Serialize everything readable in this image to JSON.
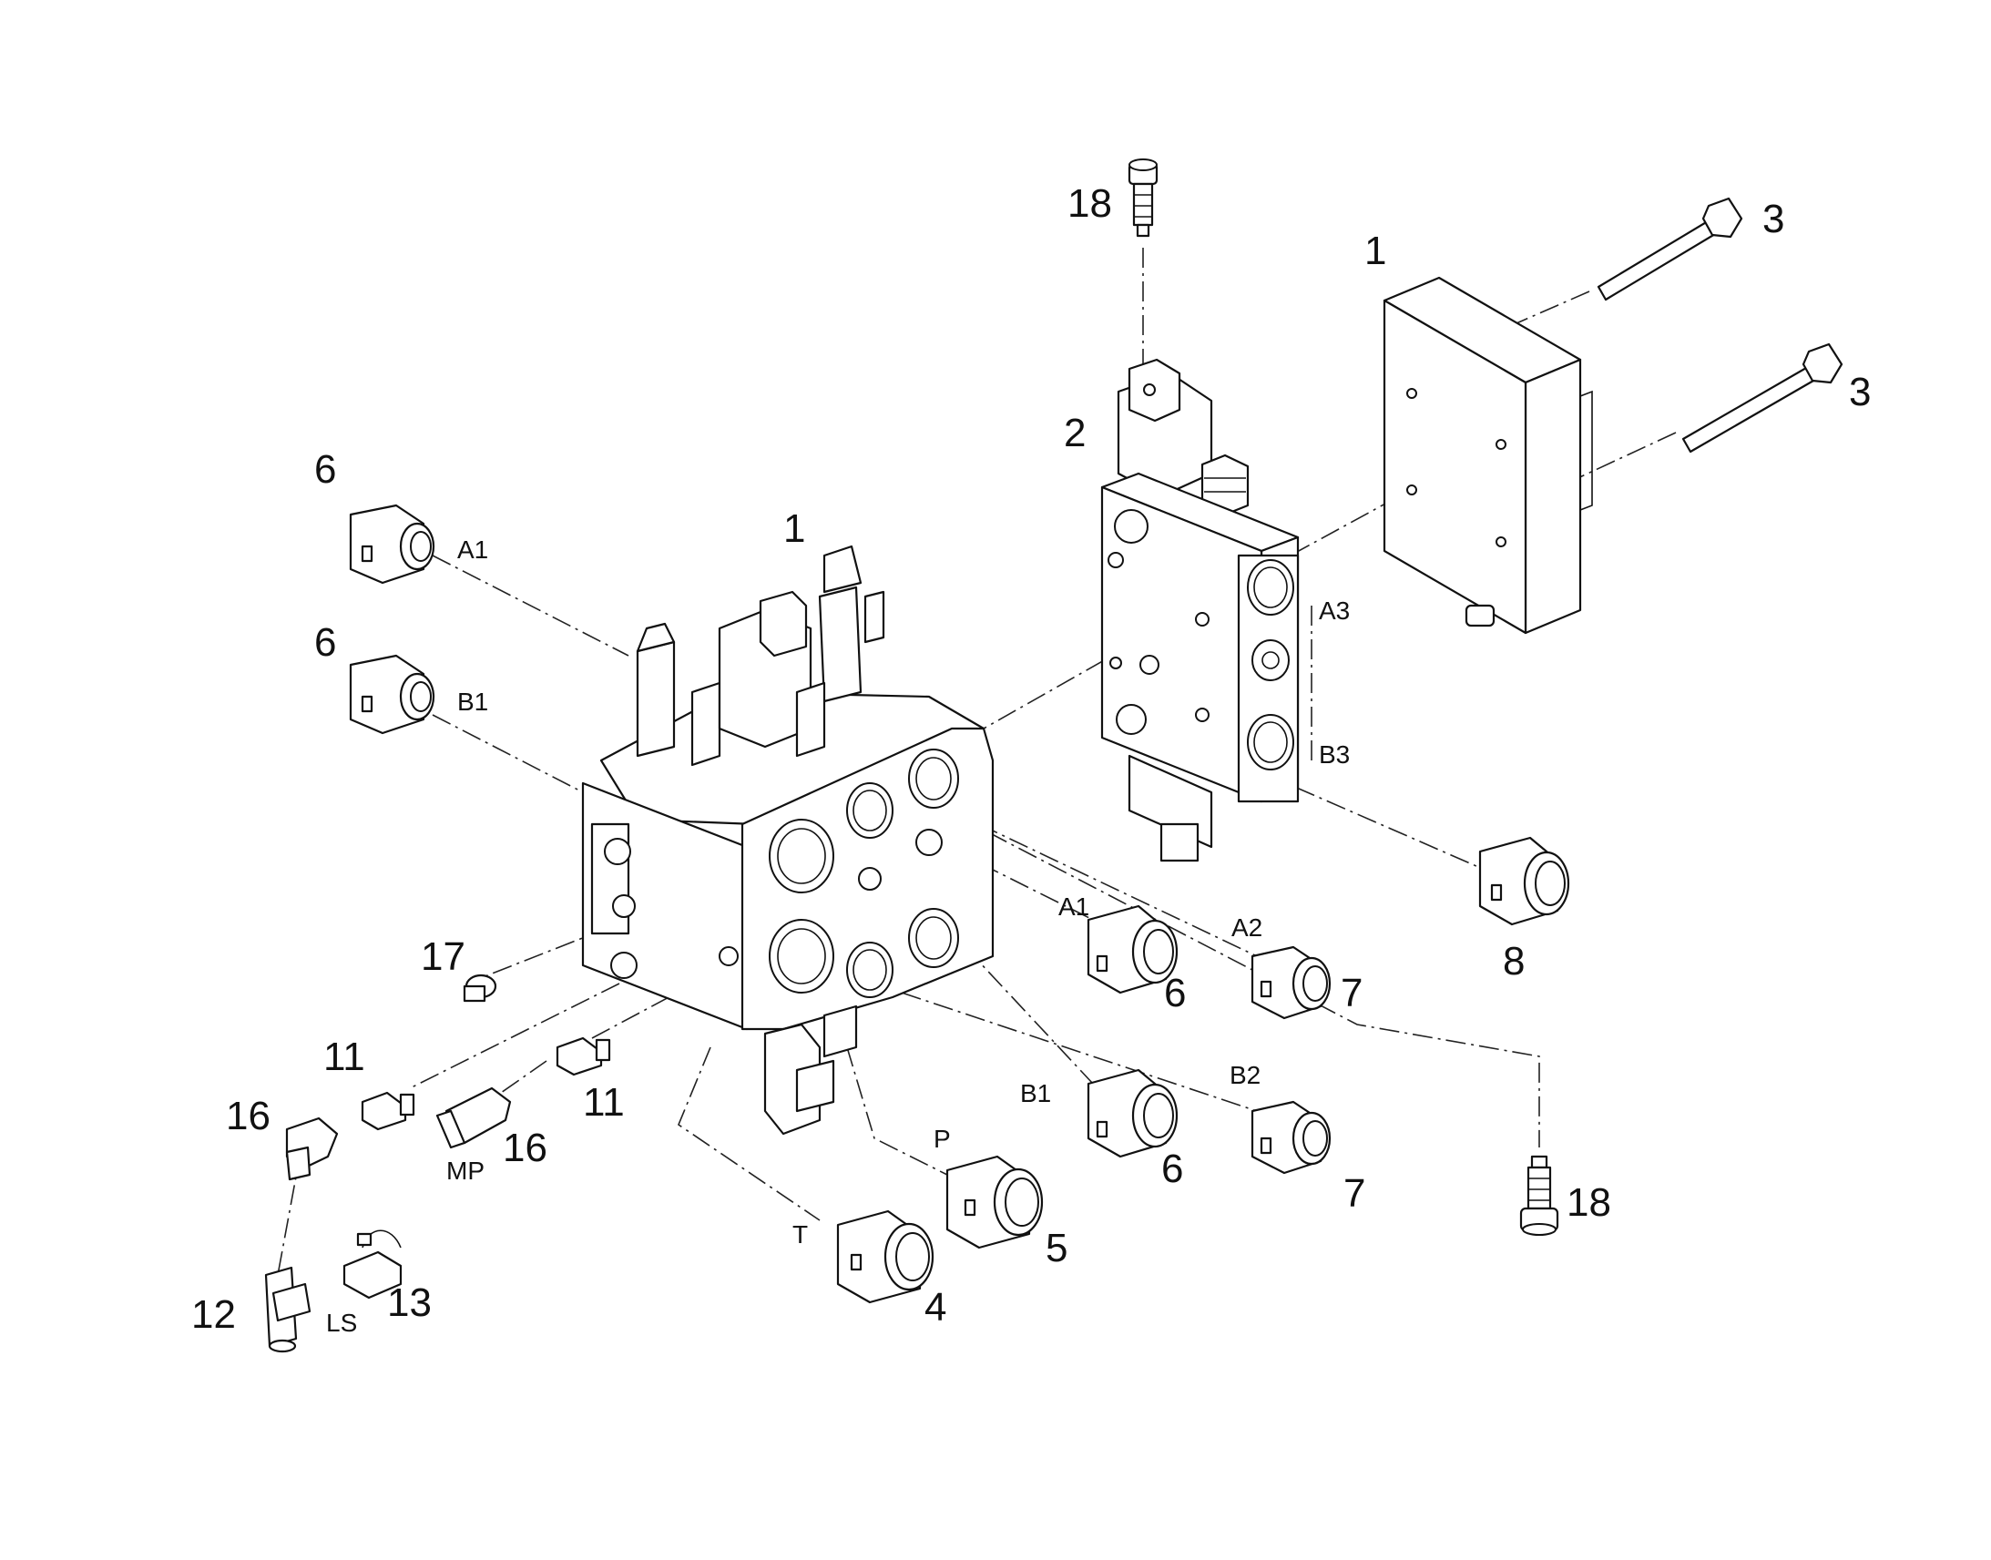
{
  "diagram": {
    "callouts": [
      {
        "id": "c-18-top",
        "text": "18"
      },
      {
        "id": "c-3-top",
        "text": "3"
      },
      {
        "id": "c-1-plate",
        "text": "1"
      },
      {
        "id": "c-3-bottom",
        "text": "3"
      },
      {
        "id": "c-2",
        "text": "2"
      },
      {
        "id": "c-6-a1",
        "text": "6"
      },
      {
        "id": "c-1-main",
        "text": "1"
      },
      {
        "id": "c-6-b1",
        "text": "6"
      },
      {
        "id": "c-17",
        "text": "17"
      },
      {
        "id": "c-11-left",
        "text": "11"
      },
      {
        "id": "c-16-left",
        "text": "16"
      },
      {
        "id": "c-16-mp",
        "text": "16"
      },
      {
        "id": "c-11-right",
        "text": "11"
      },
      {
        "id": "c-12",
        "text": "12"
      },
      {
        "id": "c-13",
        "text": "13"
      },
      {
        "id": "c-4",
        "text": "4"
      },
      {
        "id": "c-5",
        "text": "5"
      },
      {
        "id": "c-6-front-a1",
        "text": "6"
      },
      {
        "id": "c-7-a2",
        "text": "7"
      },
      {
        "id": "c-6-front-b1",
        "text": "6"
      },
      {
        "id": "c-7-b2",
        "text": "7"
      },
      {
        "id": "c-8",
        "text": "8"
      },
      {
        "id": "c-18-bottom",
        "text": "18"
      }
    ],
    "port_labels": [
      {
        "id": "p-a1-left",
        "text": "A1"
      },
      {
        "id": "p-b1-left",
        "text": "B1"
      },
      {
        "id": "p-a3",
        "text": "A3"
      },
      {
        "id": "p-b3",
        "text": "B3"
      },
      {
        "id": "p-a1-front",
        "text": "A1"
      },
      {
        "id": "p-a2",
        "text": "A2"
      },
      {
        "id": "p-b1-front",
        "text": "B1"
      },
      {
        "id": "p-b2",
        "text": "B2"
      },
      {
        "id": "p-p",
        "text": "P"
      },
      {
        "id": "p-t",
        "text": "T"
      },
      {
        "id": "p-mp",
        "text": "MP"
      },
      {
        "id": "p-ls",
        "text": "LS"
      }
    ]
  },
  "colors": {
    "line": "#111111",
    "background": "#ffffff"
  }
}
